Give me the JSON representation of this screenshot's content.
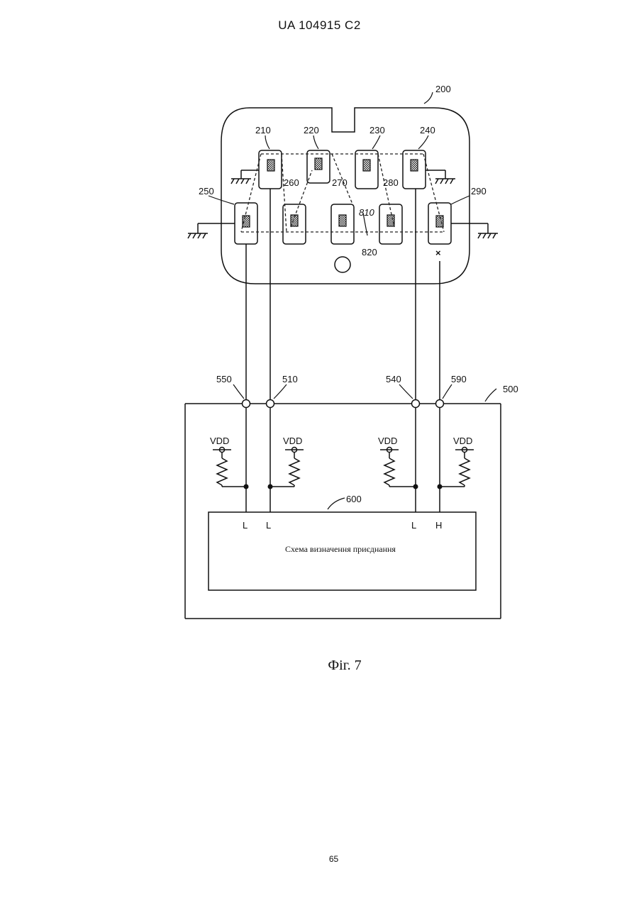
{
  "header": {
    "title": "UA   104915   C2"
  },
  "page_number": "65",
  "figure": {
    "caption": "Фiг. 7"
  },
  "connector": {
    "ref": "200",
    "upper_terminals": [
      "210",
      "220",
      "230",
      "240"
    ],
    "lower_terminals": [
      "250",
      "260",
      "270",
      "280",
      "290"
    ],
    "lines": [
      "810",
      "820"
    ],
    "no_connect_mark": "×"
  },
  "circuit": {
    "ref": "500",
    "nodes": [
      "550",
      "510",
      "540",
      "590"
    ],
    "supply_label": "VDD",
    "block": {
      "ref": "600",
      "title": "Схема визначення приєднання",
      "inputs": [
        "L",
        "L",
        "L",
        "H"
      ]
    }
  }
}
